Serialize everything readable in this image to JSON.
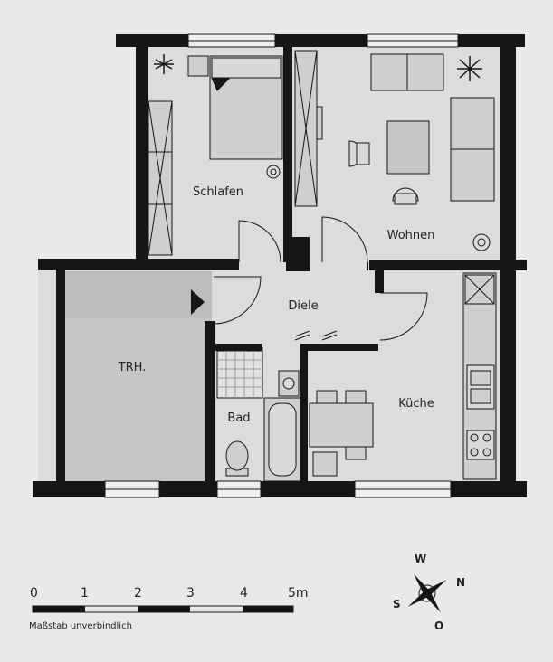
{
  "rooms": {
    "schlafen": "Schlafen",
    "wohnen": "Wohnen",
    "diele": "Diele",
    "trh": "TRH.",
    "bad": "Bad",
    "kueche": "Küche"
  },
  "scale": {
    "ticks": [
      "0",
      "1",
      "2",
      "3",
      "4",
      "5m"
    ],
    "note": "Maßstab unverbindlich"
  },
  "compass": {
    "n": "N",
    "o": "O",
    "s": "S",
    "w": "W"
  },
  "colors": {
    "wall": "#161616",
    "paper": "#e9e9e7",
    "floor": "#d9d9d7",
    "stair": "#c4c4c2"
  }
}
